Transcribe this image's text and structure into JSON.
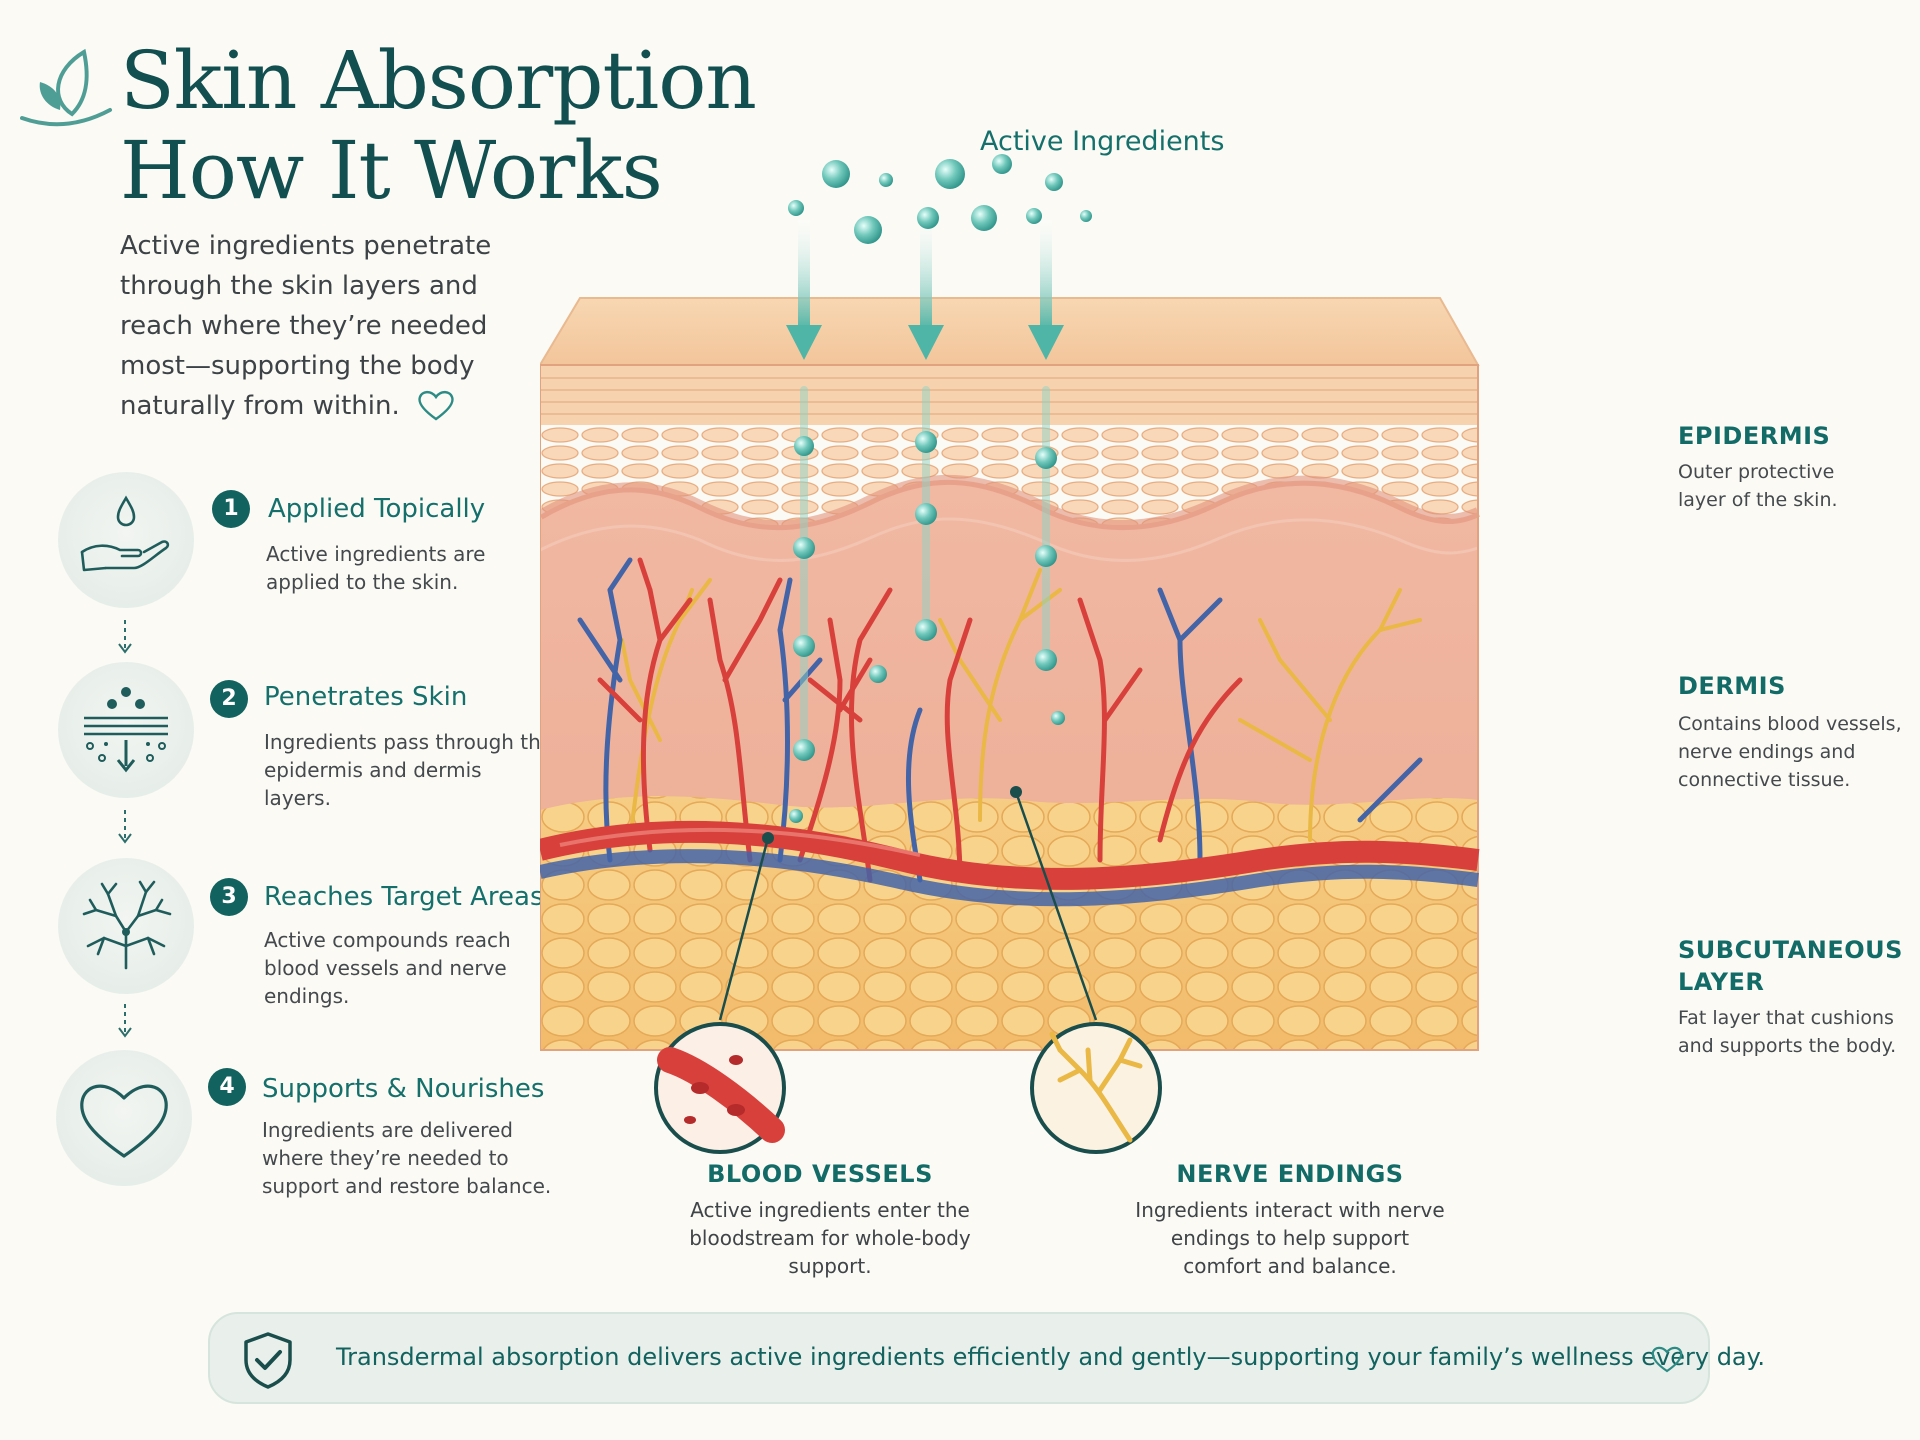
{
  "header": {
    "title_line1": "Skin Absorption",
    "title_line2": "How It Works",
    "intro": "Active ingredients penetrate through the skin layers and reach where they’re needed most—supporting the body naturally from within."
  },
  "steps": [
    {
      "num": "1",
      "title": "Applied Topically",
      "desc": "Active ingredients are applied to the skin.",
      "icon": "hand-drop-icon"
    },
    {
      "num": "2",
      "title": "Penetrates Skin",
      "desc": "Ingredients pass through the epidermis and dermis layers.",
      "icon": "skin-layers-icon"
    },
    {
      "num": "3",
      "title": "Reaches Target Areas",
      "desc": "Active compounds reach blood vessels and nerve endings.",
      "icon": "branching-nerve-icon"
    },
    {
      "num": "4",
      "title": "Supports & Nourishes",
      "desc": "Ingredients are delivered where they’re needed to support and restore balance.",
      "icon": "heart-icon"
    }
  ],
  "diagram": {
    "active_label": "Active Ingredients",
    "layers": [
      {
        "title": "EPIDERMIS",
        "desc": "Outer protective layer of the skin."
      },
      {
        "title": "DERMIS",
        "desc": "Contains blood vessels, nerve endings and connective tissue."
      },
      {
        "title_line1": "SUBCUTANEOUS",
        "title_line2": "LAYER",
        "desc": "Fat layer that cushions and supports the body."
      }
    ],
    "callouts": [
      {
        "title": "BLOOD VESSELS",
        "desc": "Active ingredients enter the bloodstream for whole-body support."
      },
      {
        "title": "NERVE ENDINGS",
        "desc": "Ingredients interact with nerve endings to help support comfort and balance."
      }
    ]
  },
  "banner": {
    "text": "Transdermal absorption delivers active ingredients efficiently and gently—supporting your family’s wellness every day."
  },
  "colors": {
    "teal": "#136b68",
    "teal_light": "#4fb5a6",
    "epidermis": "#f6cfa8",
    "dermis": "#efb49e",
    "fat": "#f6c977",
    "artery": "#d8403c",
    "vein": "#4464a8",
    "nerve": "#e9b845"
  }
}
